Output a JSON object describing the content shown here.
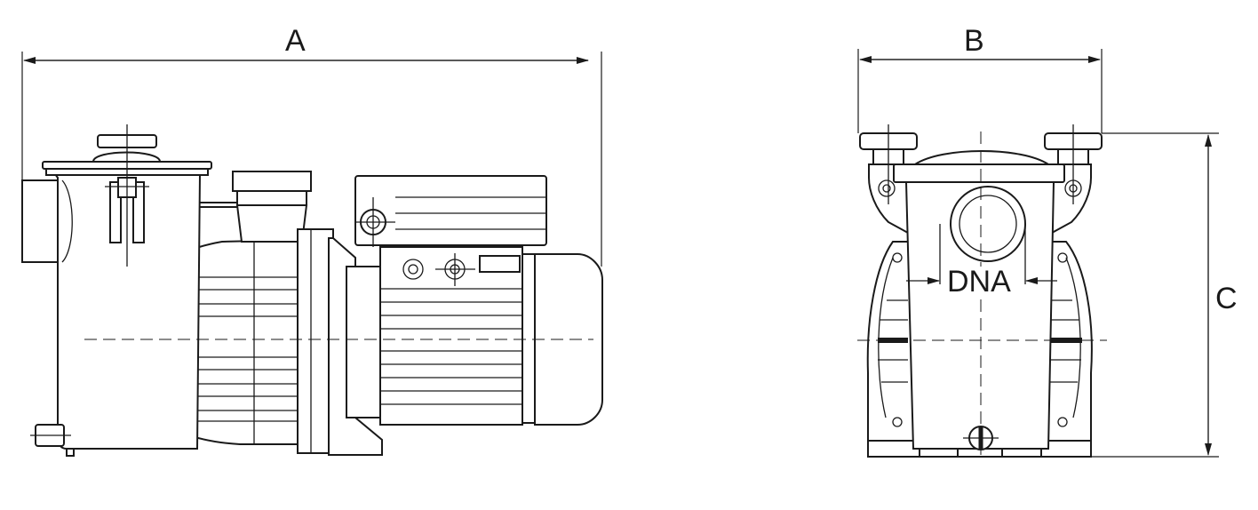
{
  "dimensions": {
    "A": "A",
    "B": "B",
    "C": "C",
    "DNA": "DNA"
  },
  "colors": {
    "line": "#1a1a1a",
    "background": "#ffffff"
  }
}
